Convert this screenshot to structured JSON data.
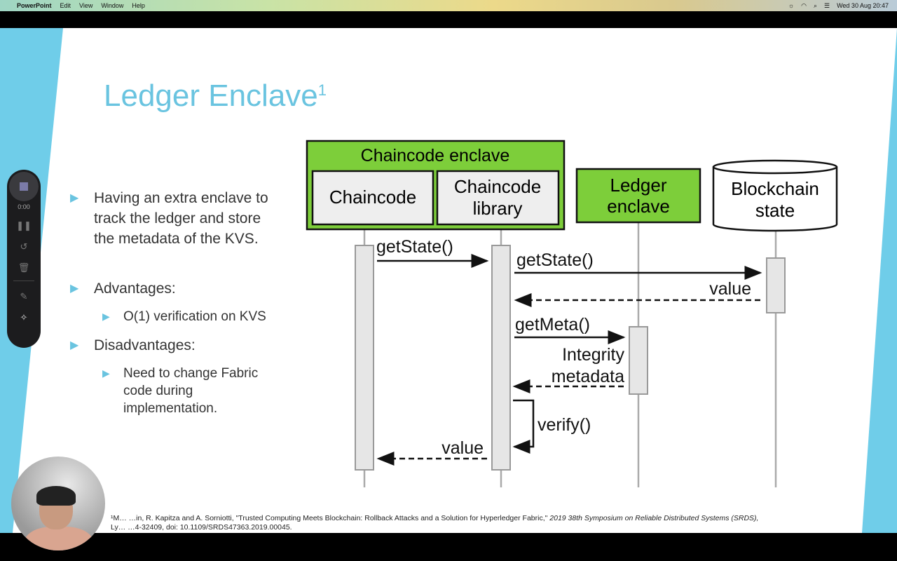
{
  "menubar": {
    "app": "PowerPoint",
    "items": [
      "Edit",
      "View",
      "Window",
      "Help"
    ],
    "clock": "Wed 30 Aug  20:47",
    "status_icons": [
      "brightness-icon",
      "cc-icon",
      "coffee-icon",
      "box-icon",
      "clipboard-icon",
      "input-a-icon",
      "battery-icon",
      "wifi-icon",
      "search-icon",
      "control-center-icon"
    ]
  },
  "slide": {
    "title": "Ledger Enclave",
    "title_sup": "1",
    "bullets": {
      "b1": "Having an extra enclave to track the ledger and store the metadata of the KVS.",
      "b2": "Advantages:",
      "b2a": "O(1) verification on KVS",
      "b3": "Disadvantages:",
      "b3a": "Need to change Fabric code during implementation."
    },
    "diagram": {
      "group": "Chaincode enclave",
      "chaincode": "Chaincode",
      "lib1": "Chaincode",
      "lib2": "library",
      "ledger1": "Ledger",
      "ledger2": "enclave",
      "bc1": "Blockchain",
      "bc2": "state",
      "m1": "getState()",
      "m2": "getState()",
      "m3": "value",
      "m4": "getMeta()",
      "m5a": "Integrity",
      "m5b": "metadata",
      "m6": "verify()",
      "m7": "value",
      "colors": {
        "green": "#7dce3a",
        "box_gray": "#eeeeee"
      }
    },
    "footnote1": "¹M… …in, R. Kapitza and A. Sorniotti, \"Trusted Computing Meets Blockchain: Rollback Attacks and a Solution for Hyperledger Fabric,\" ",
    "footnote1i": "2019 38th Symposium on Reliable Distributed Systems (SRDS),",
    "footnote2": "Ly… …4-32409, doi: 10.1109/SRDS47363.2019.00045."
  },
  "recorder": {
    "time": "0:00"
  }
}
